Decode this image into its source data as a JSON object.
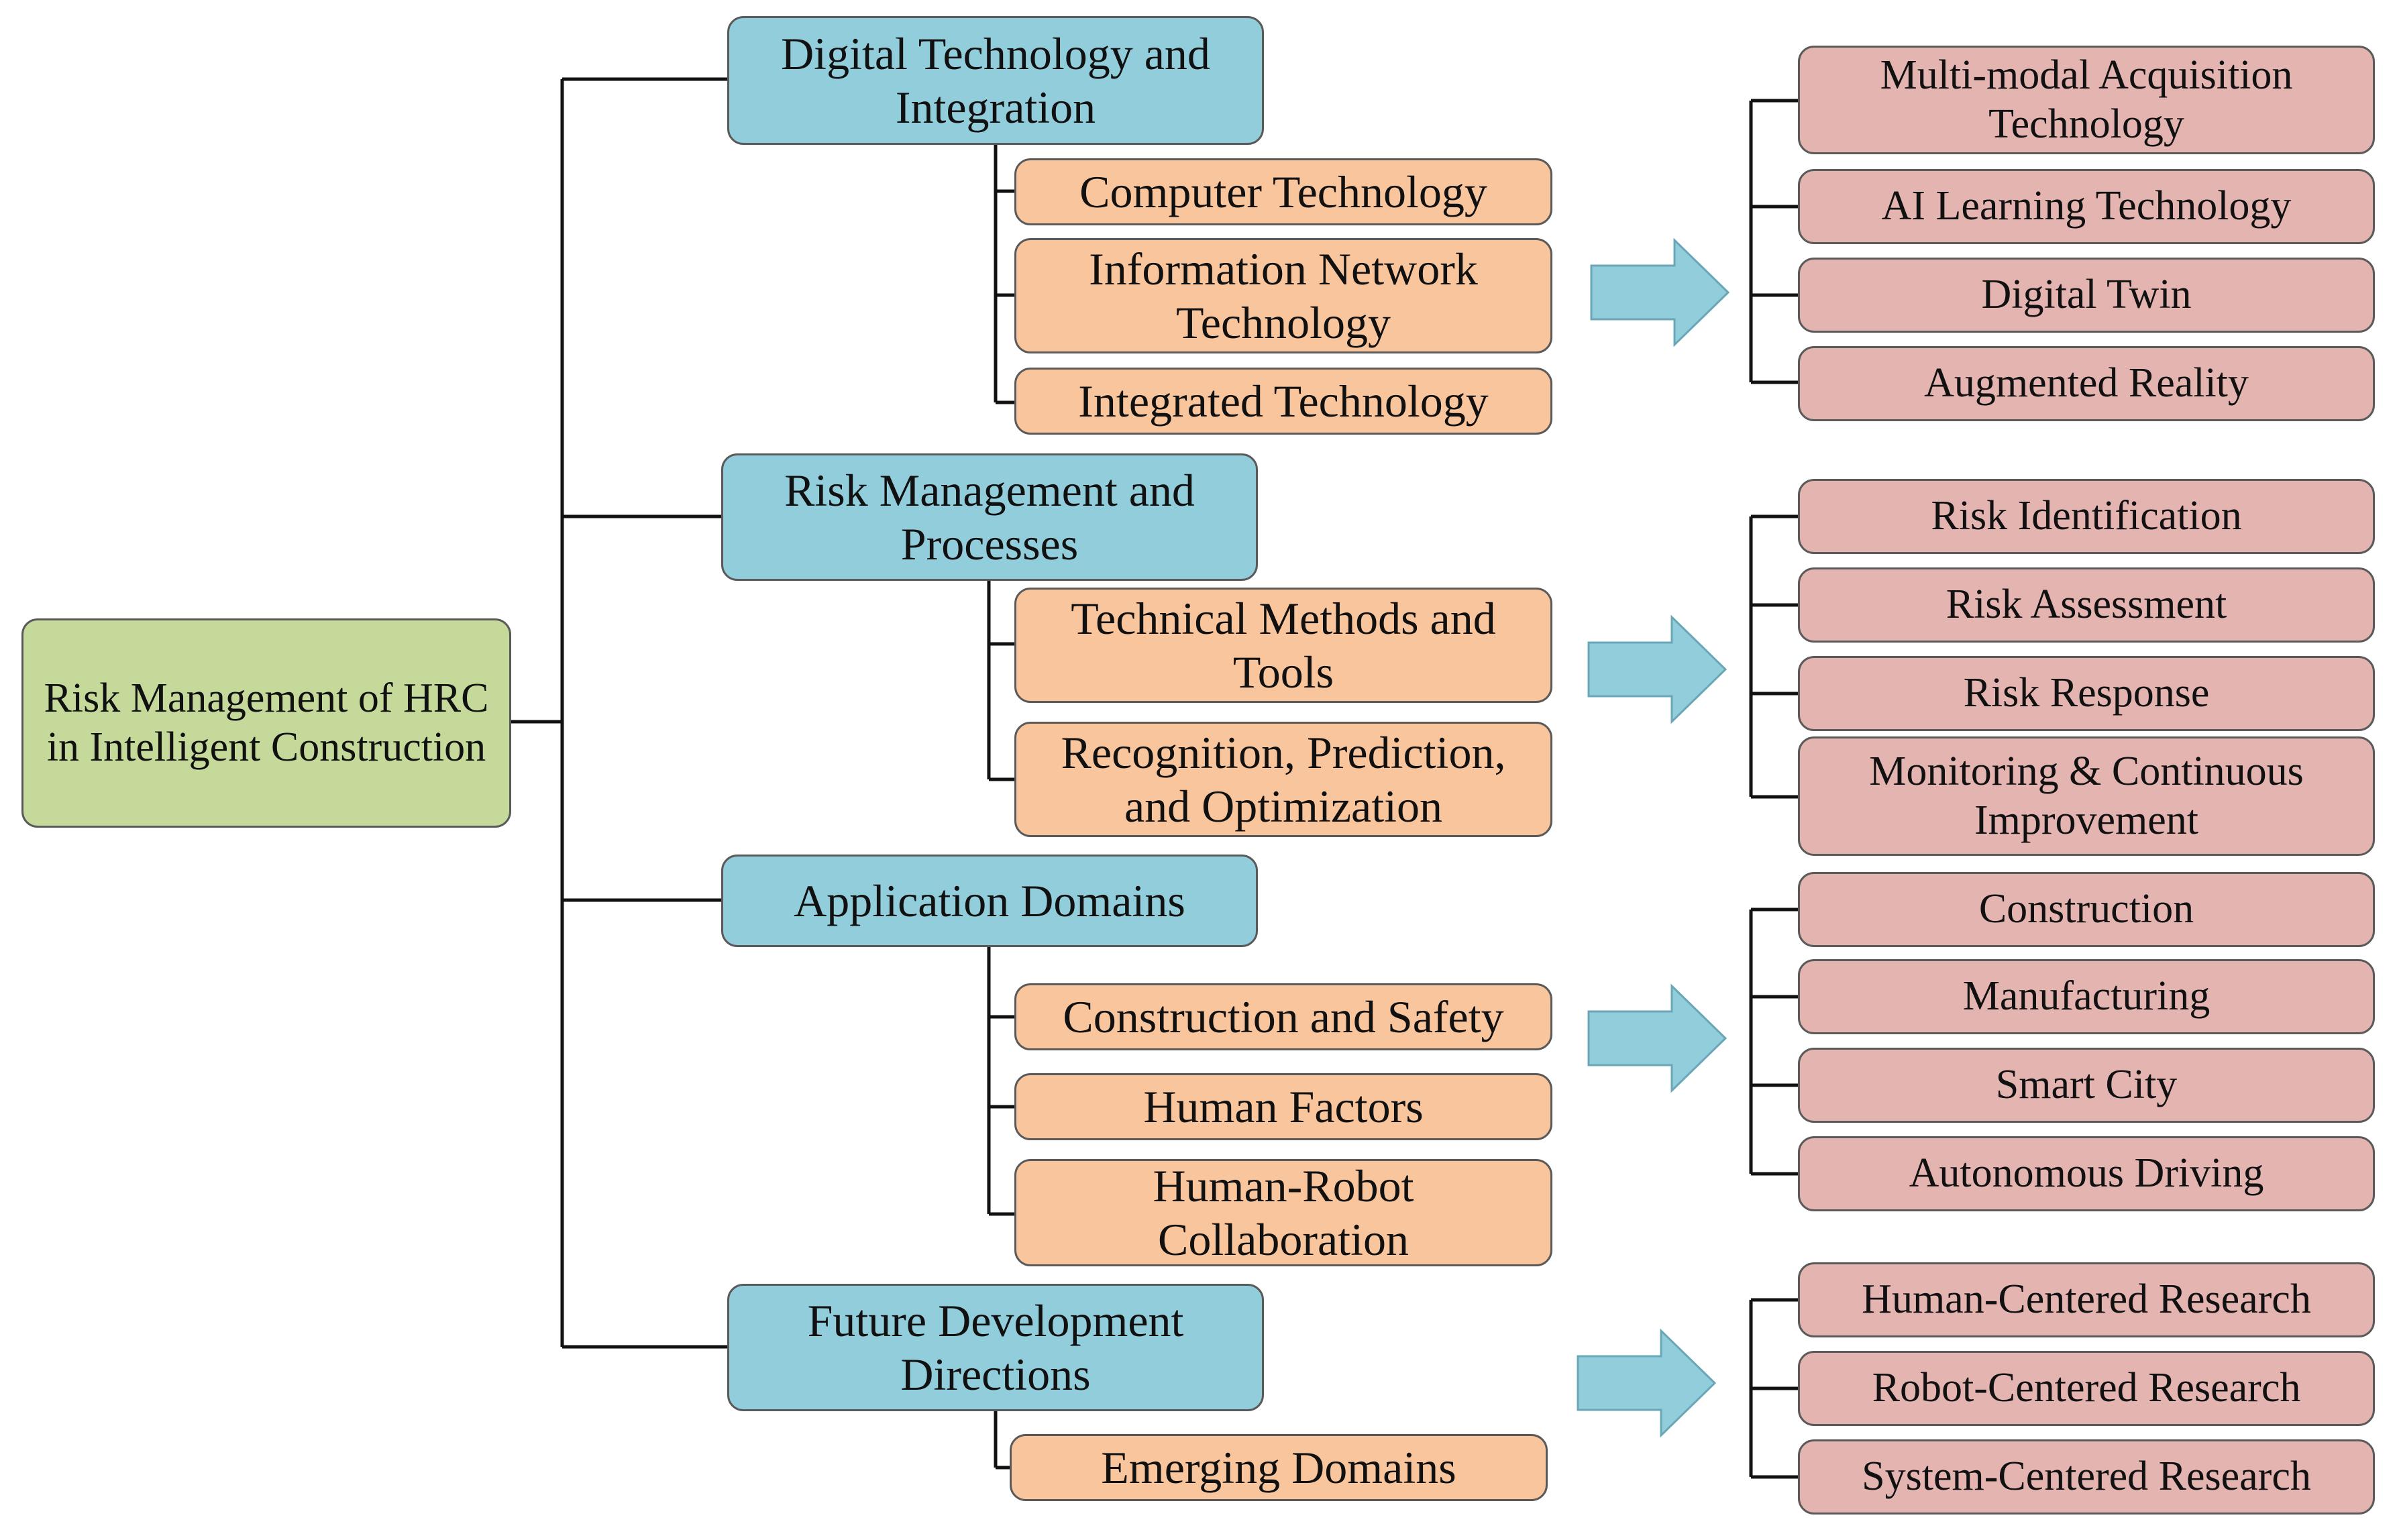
{
  "root": {
    "label": "Risk Management of HRC in Intelligent Construction"
  },
  "branches": [
    {
      "label": "Digital Technology and Integration",
      "subtopics": [
        "Computer Technology",
        "Information Network Technology",
        "Integrated Technology"
      ],
      "outcomes": [
        "Multi-modal Acquisition Technology",
        "AI Learning Technology",
        "Digital Twin",
        "Augmented Reality"
      ]
    },
    {
      "label": "Risk Management and Processes",
      "subtopics": [
        "Technical Methods and Tools",
        "Recognition, Prediction, and Optimization"
      ],
      "outcomes": [
        "Risk Identification",
        "Risk Assessment",
        "Risk Response",
        "Monitoring & Continuous Improvement"
      ]
    },
    {
      "label": "Application Domains",
      "subtopics": [
        "Construction and Safety",
        "Human Factors",
        "Human-Robot Collaboration"
      ],
      "outcomes": [
        "Construction",
        "Manufacturing",
        "Smart City",
        "Autonomous Driving"
      ]
    },
    {
      "label": "Future Development Directions",
      "subtopics": [
        "Emerging Domains"
      ],
      "outcomes": [
        "Human-Centered Research",
        "Robot-Centered Research",
        "System-Centered Research"
      ]
    }
  ],
  "colors": {
    "root": "#c5d99a",
    "category": "#92cddc",
    "subtopic": "#f9c59c",
    "outcome": "#e4b4b1",
    "arrow": "#92cddc",
    "line": "#111111"
  }
}
